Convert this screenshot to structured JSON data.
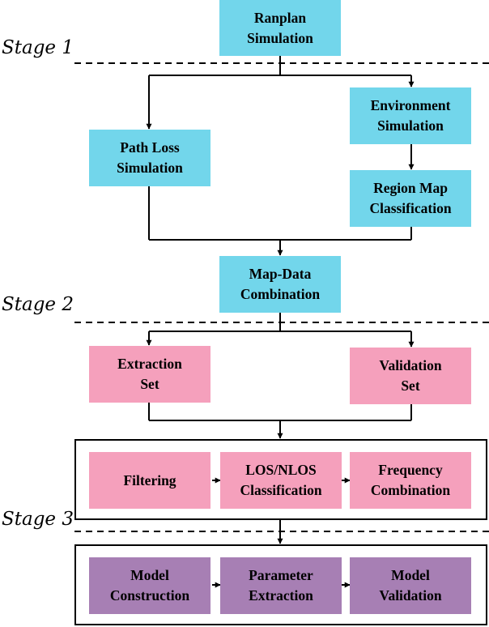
{
  "colors": {
    "stage1_box": "#72d6eb",
    "stage2_box": "#f5a0bc",
    "stage3_box": "#a77fb4",
    "lines": "#000000"
  },
  "stages": {
    "stage1": "Stage 1",
    "stage2": "Stage 2",
    "stage3": "Stage 3"
  },
  "nodes": {
    "ranplan": "Ranplan\nSimulation",
    "path_loss": "Path Loss\nSimulation",
    "environment": "Environment\nSimulation",
    "region_map": "Region Map\nClassification",
    "map_data": "Map-Data\nCombination",
    "extraction_set": "Extraction\nSet",
    "validation_set": "Validation\nSet",
    "filtering": "Filtering",
    "los_nlos": "LOS/NLOS\nClassification",
    "frequency": "Frequency\nCombination",
    "model_construction": "Model\nConstruction",
    "parameter_extraction": "Parameter\nExtraction",
    "model_validation": "Model\nValidation"
  }
}
